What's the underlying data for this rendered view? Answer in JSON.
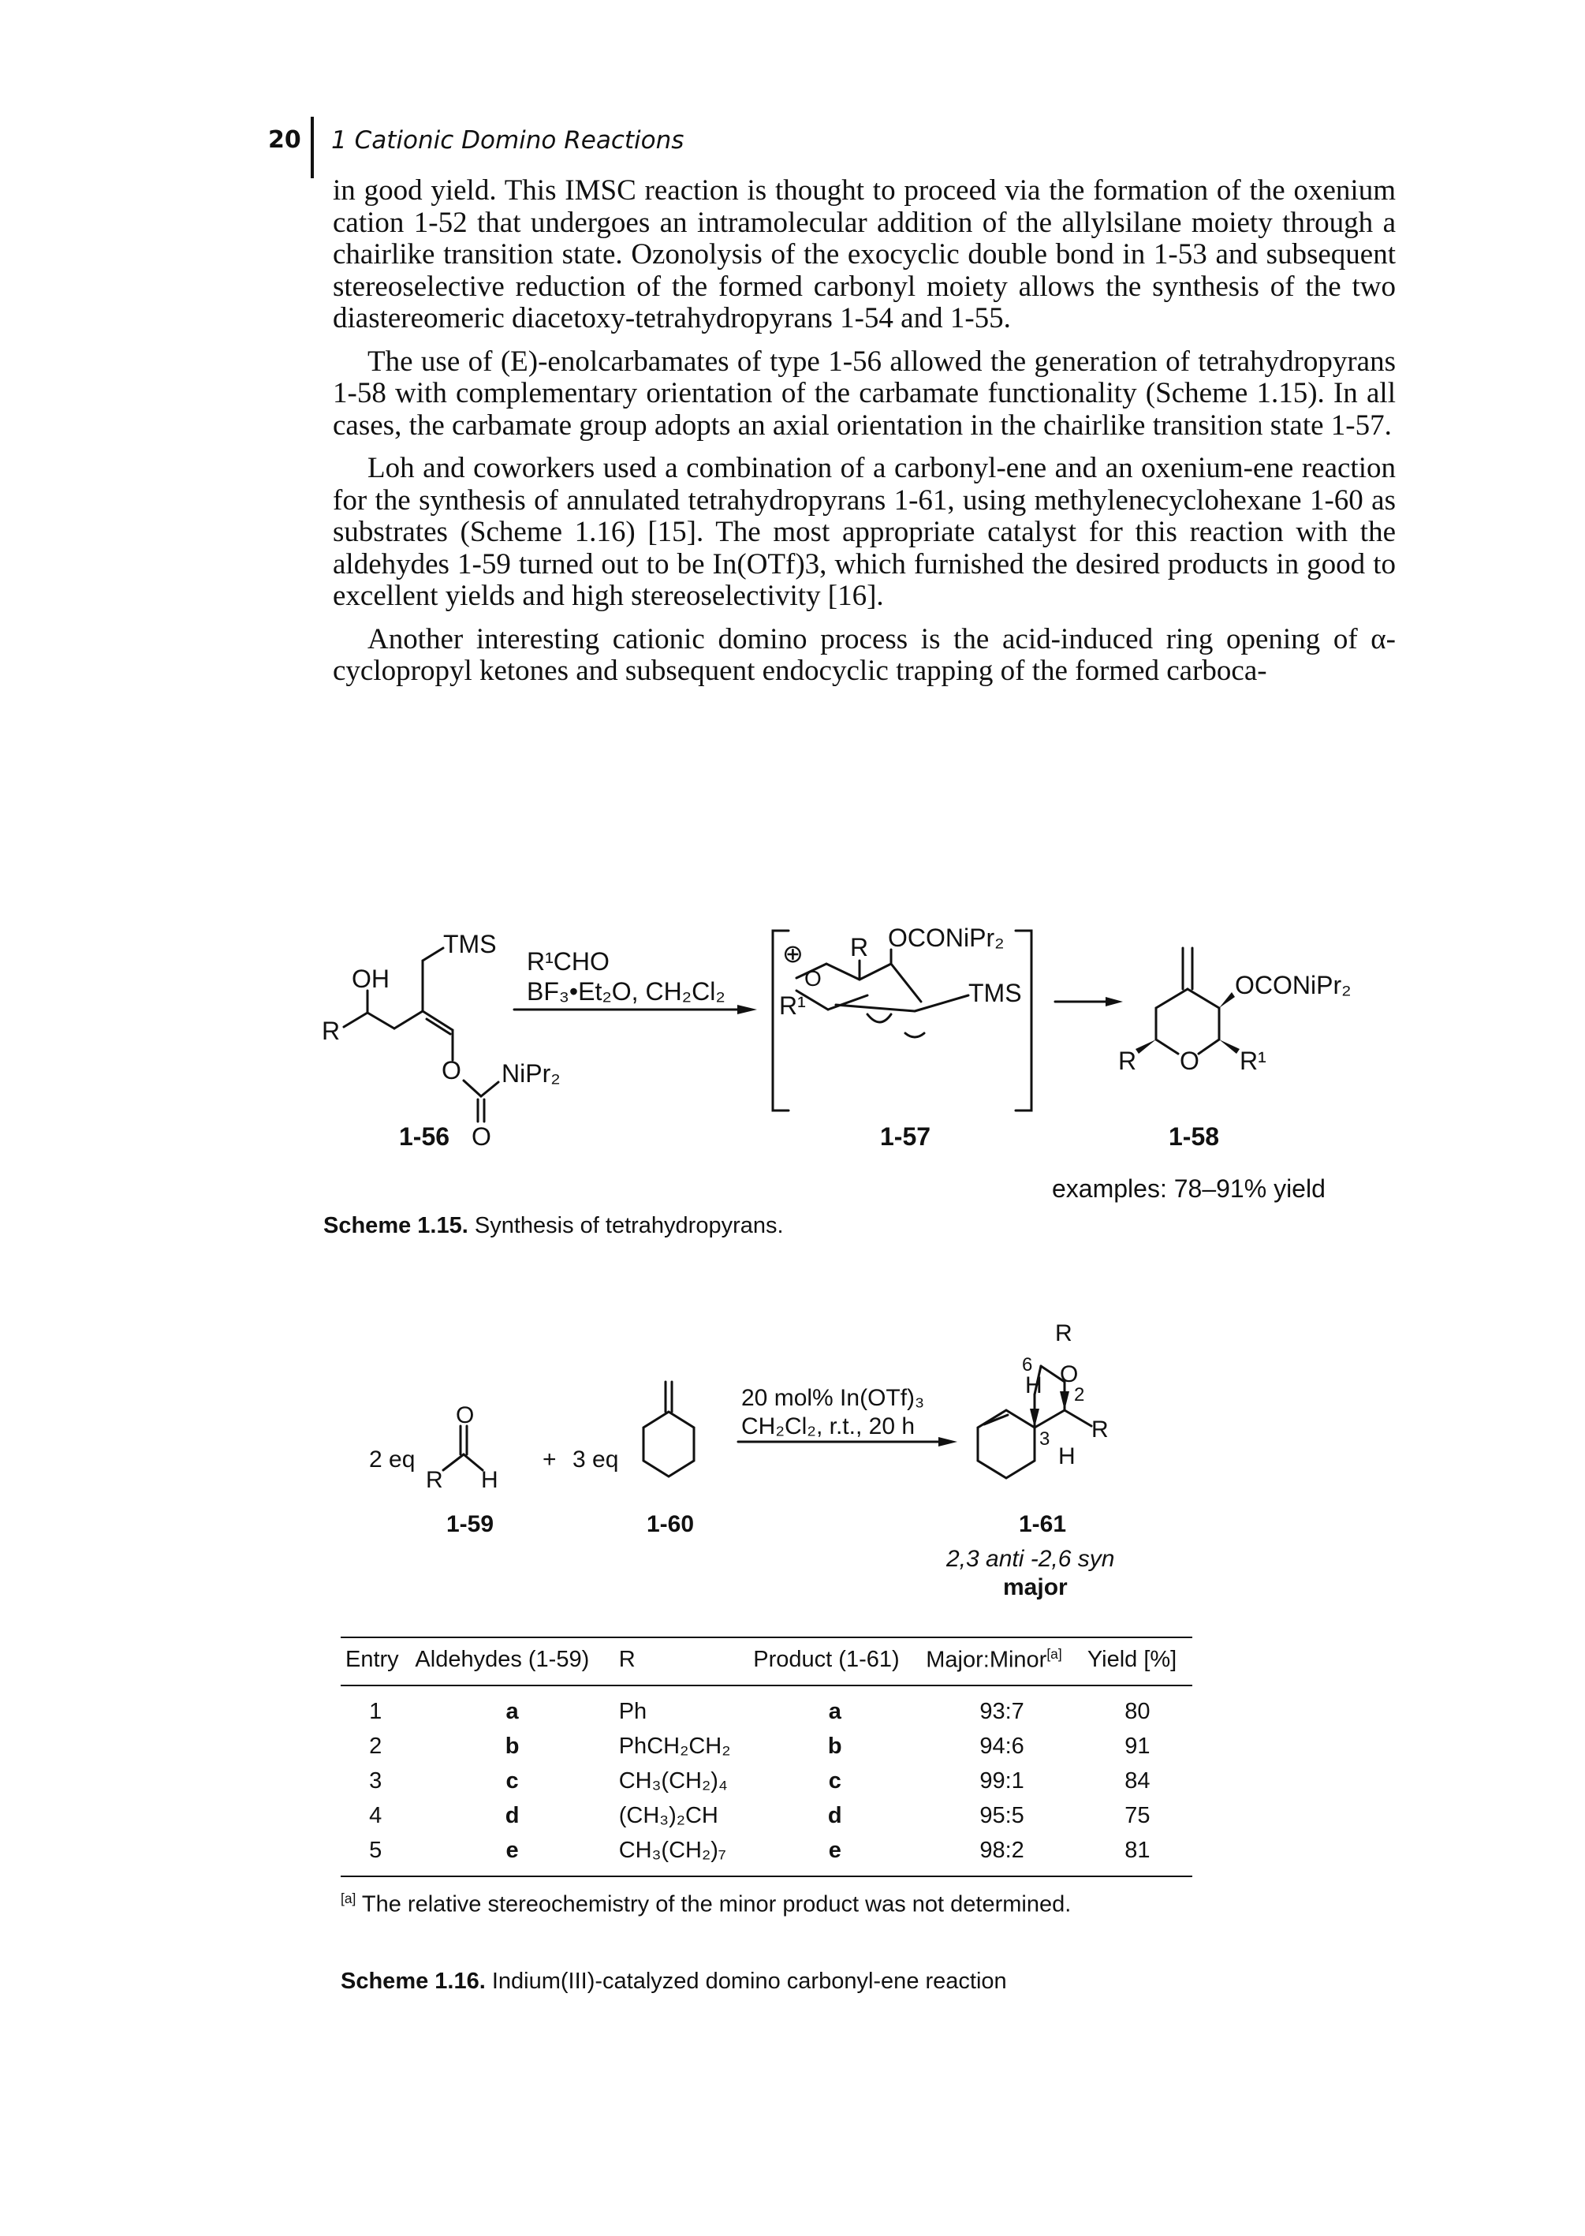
{
  "header": {
    "page_number": "20",
    "running_title": "1 Cationic Domino Reactions"
  },
  "body": {
    "p1": "in good yield. This IMSC reaction is thought to proceed via the formation of the oxenium cation 1-52 that undergoes an intramolecular addition of the allylsilane moiety through a chairlike transition state. Ozonolysis of the exocyclic double bond in 1-53 and subsequent stereoselective reduction of the formed carbonyl moiety allows the synthesis of the two diastereomeric diacetoxy-tetrahydropyrans 1-54 and 1-55.",
    "p2": "The use of (E)-enolcarbamates of type 1-56 allowed the generation of tetrahydropyrans 1-58 with complementary orientation of the carbamate functionality (Scheme 1.15). In all cases, the carbamate group adopts an axial orientation in the chairlike transition state 1-57.",
    "p3": "Loh and coworkers used a combination of a carbonyl-ene and an oxenium-ene reaction for the synthesis of annulated tetrahydropyrans 1-61, using methylenecyclohexane 1-60 as substrates (Scheme 1.16) [15]. The most appropriate catalyst for this reaction with the aldehydes 1-59 turned out to be In(OTf)3, which furnished the desired products in good to excellent yields and high stereoselectivity [16].",
    "p4": "Another interesting cationic domino process is the acid-induced ring opening of α-cyclopropyl ketones and subsequent endocyclic trapping of the formed carboca-"
  },
  "scheme15": {
    "reagent1": "R¹CHO",
    "reagent2": "BF₃•Et₂O, CH₂Cl₂",
    "start_OH": "OH",
    "start_R": "R",
    "start_TMS": "TMS",
    "start_O": "O",
    "start_carbonyl_O": "O",
    "start_amine": "NiPr₂",
    "label_start": "1-56",
    "ts_plus": "⊕",
    "ts_O": "O",
    "ts_R": "R",
    "ts_R1": "R¹",
    "ts_ocon": "OCONiPr₂",
    "ts_TMS": "TMS",
    "label_ts": "1-57",
    "prod_ocon": "OCONiPr₂",
    "prod_R": "R",
    "prod_O": "O",
    "prod_R1": "R¹",
    "label_prod": "1-58",
    "examples": "examples: 78–91% yield",
    "caption_label": "Scheme 1.15.",
    "caption_text": "Synthesis of tetrahydropyrans."
  },
  "scheme16": {
    "eq_aldehyde": "2 eq",
    "ald_O": "O",
    "ald_R": "R",
    "ald_H": "H",
    "label_ald": "1-59",
    "plus": "+",
    "eq_alkene": "3 eq",
    "label_alkene": "1-60",
    "cond1": "20 mol% In(OTf)₃",
    "cond2": "CH₂Cl₂, r.t., 20 h",
    "prod_R_top": "R",
    "prod_6": "6",
    "prod_O": "O",
    "prod_H_top": "H",
    "prod_2": "2",
    "prod_R_right": "R",
    "prod_3": "3",
    "prod_H_bottom": "H",
    "label_prod": "1-61",
    "stereo_note": "2,3 anti -2,6 syn",
    "major": "major",
    "table": {
      "headers": [
        "Entry",
        "Aldehydes (1-59)",
        "R",
        "Product (1-61)",
        "Major:Minor",
        "Yield [%]"
      ],
      "header_footnote_mark": "[a]",
      "rows": [
        {
          "entry": "1",
          "aldehyde": "a",
          "r": "Ph",
          "product": "a",
          "ratio": "93:7",
          "yield": "80"
        },
        {
          "entry": "2",
          "aldehyde": "b",
          "r": "PhCH₂CH₂",
          "product": "b",
          "ratio": "94:6",
          "yield": "91"
        },
        {
          "entry": "3",
          "aldehyde": "c",
          "r": "CH₃(CH₂)₄",
          "product": "c",
          "ratio": "99:1",
          "yield": "84"
        },
        {
          "entry": "4",
          "aldehyde": "d",
          "r": "(CH₃)₂CH",
          "product": "d",
          "ratio": "95:5",
          "yield": "75"
        },
        {
          "entry": "5",
          "aldehyde": "e",
          "r": "CH₃(CH₂)₇",
          "product": "e",
          "ratio": "98:2",
          "yield": "81"
        }
      ]
    },
    "footnote_mark": "[a]",
    "footnote": "The relative stereochemistry of the minor product was not determined.",
    "caption_label": "Scheme 1.16.",
    "caption_text": "Indium(III)-catalyzed domino carbonyl-ene reaction"
  }
}
